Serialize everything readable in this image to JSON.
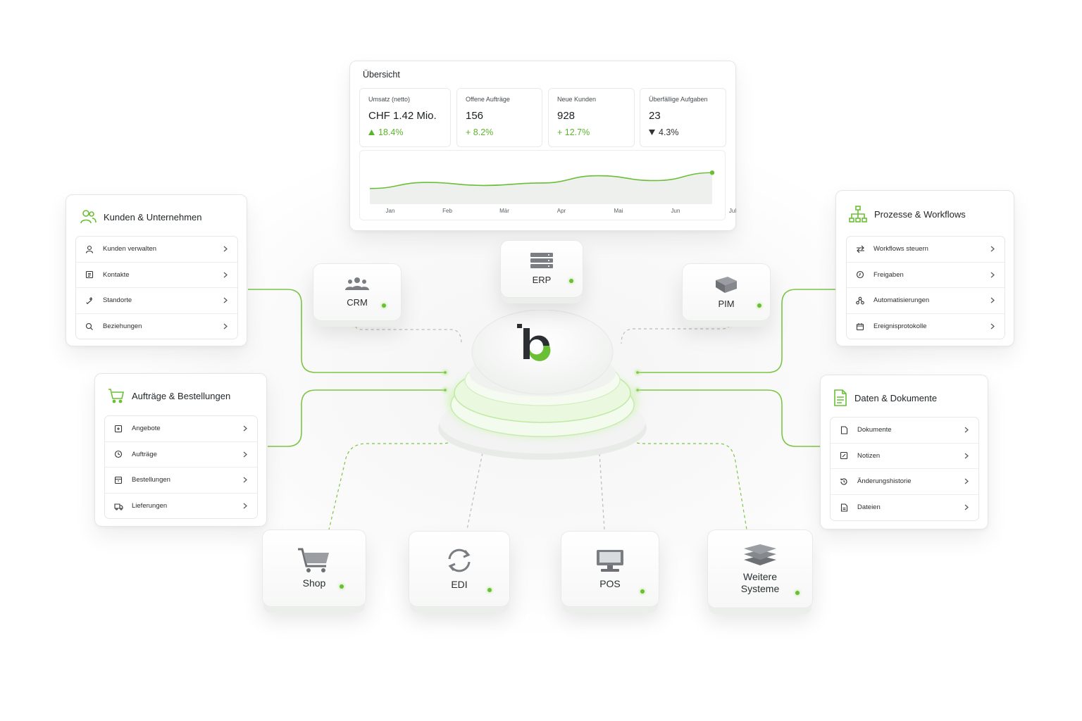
{
  "overview": {
    "title": "Übersicht",
    "kpis": [
      {
        "label": "Umsatz (netto)",
        "value": "CHF 1.42 Mio.",
        "delta": "18.4%",
        "trend": "up-triangle",
        "color": "#5bb52c"
      },
      {
        "label": "Offene Aufträge",
        "value": "156",
        "delta": "+ 8.2%",
        "trend": "plus",
        "color": "#5bb52c"
      },
      {
        "label": "Neue Kunden",
        "value": "928",
        "delta": "+ 12.7%",
        "trend": "plus",
        "color": "#5bb52c"
      },
      {
        "label": "Überfällige Aufgaben",
        "value": "23",
        "delta": "4.3%",
        "trend": "down-triangle",
        "color": "#333333"
      }
    ],
    "chart_data": {
      "type": "line",
      "categories": [
        "Jan",
        "Feb",
        "Mär",
        "Apr",
        "Mai",
        "Jun",
        "Jul"
      ],
      "values": [
        42,
        52,
        47,
        51,
        63,
        55,
        68
      ],
      "ylim": [
        0,
        100
      ],
      "grid": false,
      "color": "#6abf35"
    }
  },
  "panels": {
    "customers": {
      "title": "Kunden & Unternehmen",
      "icon": "users-icon",
      "items": [
        {
          "label": "Kunden verwalten",
          "icon": "user-icon"
        },
        {
          "label": "Kontakte",
          "icon": "contacts-icon"
        },
        {
          "label": "Standorte",
          "icon": "location-icon"
        },
        {
          "label": "Beziehungen",
          "icon": "relations-icon"
        }
      ]
    },
    "orders": {
      "title": "Aufträge & Bestellungen",
      "icon": "cart-icon",
      "items": [
        {
          "label": "Angebote",
          "icon": "tag-icon"
        },
        {
          "label": "Aufträge",
          "icon": "order-icon"
        },
        {
          "label": "Bestellungen",
          "icon": "box-icon"
        },
        {
          "label": "Lieferungen",
          "icon": "truck-icon"
        }
      ]
    },
    "processes": {
      "title": "Prozesse & Workflows",
      "icon": "hierarchy-icon",
      "items": [
        {
          "label": "Workflows steuern",
          "icon": "arrows-icon"
        },
        {
          "label": "Freigaben",
          "icon": "clock-icon"
        },
        {
          "label": "Automatisierungen",
          "icon": "automation-icon"
        },
        {
          "label": "Ereignisprotokolle",
          "icon": "calendar-icon"
        }
      ]
    },
    "documents": {
      "title": "Daten & Dokumente",
      "icon": "document-icon",
      "items": [
        {
          "label": "Dokumente",
          "icon": "file-icon"
        },
        {
          "label": "Notizen",
          "icon": "note-icon"
        },
        {
          "label": "Änderungshistorie",
          "icon": "history-icon"
        },
        {
          "label": "Dateien",
          "icon": "file-icon"
        }
      ]
    }
  },
  "modules": {
    "crm": {
      "label": "CRM",
      "icon": "people-icon"
    },
    "erp": {
      "label": "ERP",
      "icon": "server-icon"
    },
    "pim": {
      "label": "PIM",
      "icon": "cube-icon"
    },
    "shop": {
      "label": "Shop",
      "icon": "shopping-cart-icon"
    },
    "edi": {
      "label": "EDI",
      "icon": "sync-icon"
    },
    "pos": {
      "label": "POS",
      "icon": "terminal-icon"
    },
    "other": {
      "label": "Weitere Systeme",
      "icon": "layers-icon"
    }
  },
  "hub": {
    "logo": "b-logo",
    "accent": "#6abf35",
    "dark": "#2b2f33"
  }
}
